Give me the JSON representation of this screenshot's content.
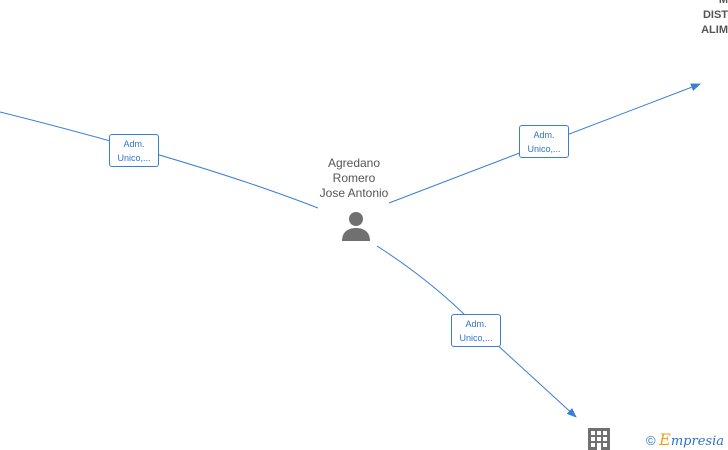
{
  "graph": {
    "center_person": {
      "name_lines": [
        "Agredano",
        "Romero",
        "Jose Antonio"
      ],
      "icon": "person-icon"
    },
    "company_top_right": {
      "name_lines": [
        "M",
        "DIST",
        "ALIM"
      ]
    },
    "company_bottom": {
      "icon": "building-icon"
    },
    "edges": [
      {
        "id": "left",
        "label_lines": [
          "Adm.",
          "Unico,..."
        ]
      },
      {
        "id": "top-right",
        "label_lines": [
          "Adm.",
          "Unico,..."
        ]
      },
      {
        "id": "bottom",
        "label_lines": [
          "Adm.",
          "Unico,..."
        ]
      }
    ]
  },
  "watermark": {
    "copyright": "©",
    "brand_first": "E",
    "brand_rest": "mpresia"
  },
  "colors": {
    "edge": "#3a7fd5",
    "label_text": "#2f73c9",
    "node_icon": "#707070",
    "node_text": "#555555",
    "brand_accent": "#e8a317"
  }
}
